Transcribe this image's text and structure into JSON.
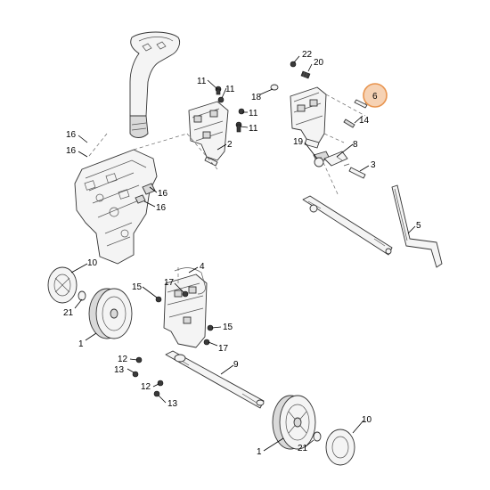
{
  "diagram": {
    "highlight_color": "#e8944e",
    "highlight_fill": "#f6d2b4",
    "highlighted_part": "6",
    "callouts": {
      "c22": "22",
      "c20": "20",
      "c6": "6",
      "c14": "14",
      "c8": "8",
      "c19": "19",
      "c3": "3",
      "c18": "18",
      "c11a": "11",
      "c11b": "11",
      "c11c": "11",
      "c11d": "11",
      "c2": "2",
      "c16a": "16",
      "c16b": "16",
      "c16c": "16",
      "c16d": "16",
      "c5": "5",
      "c10a": "10",
      "c21a": "21",
      "c1a": "1",
      "c4": "4",
      "c15a": "15",
      "c17a": "17",
      "c15b": "15",
      "c17b": "17",
      "c12a": "12",
      "c13a": "13",
      "c12b": "12",
      "c13b": "13",
      "c9": "9",
      "c1b": "1",
      "c21b": "21",
      "c10b": "10"
    }
  }
}
